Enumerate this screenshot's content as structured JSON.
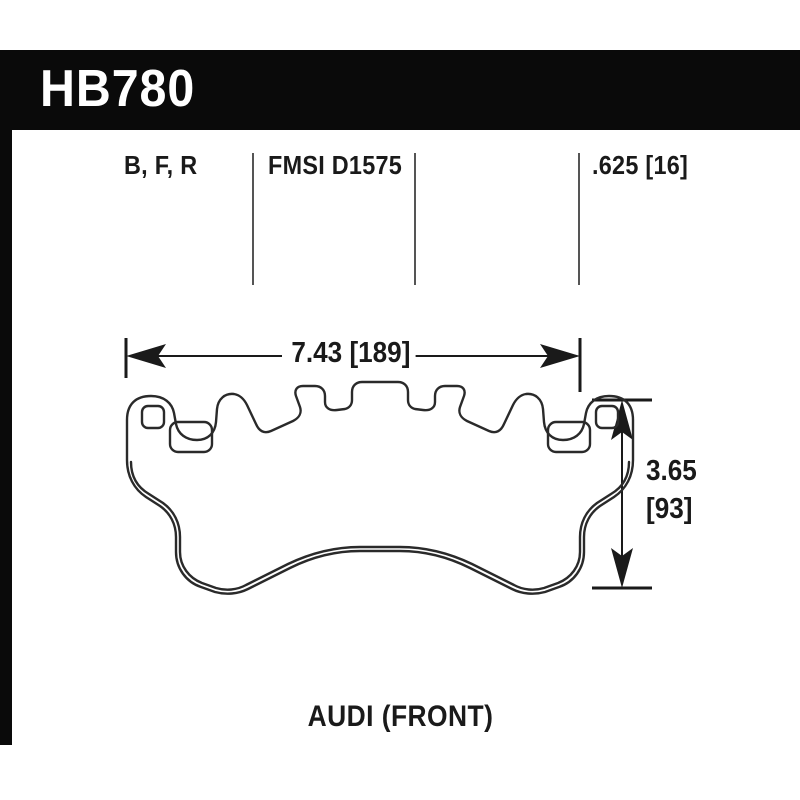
{
  "header": {
    "part_number": "HB780"
  },
  "spec_row": {
    "compound_codes": "B, F, R",
    "fmsi_label": "FMSI D1575",
    "thickness": ".625 [16]"
  },
  "dimensions": {
    "width_label": "7.43 [189]",
    "height_value": "3.65",
    "height_bracket": "[93]"
  },
  "caption": {
    "application": "AUDI (FRONT)"
  },
  "colors": {
    "header_background": "#0a0a0a",
    "header_text": "#ffffff",
    "ink": "#1a1a1a",
    "divider": "#555555",
    "page_background": "#ffffff"
  },
  "chart_data": {
    "type": "table",
    "title": "HB780",
    "rows": [
      {
        "field": "Part Number",
        "value": "HB780"
      },
      {
        "field": "Compounds",
        "value": "B, F, R"
      },
      {
        "field": "FMSI",
        "value": "D1575"
      },
      {
        "field": "Thickness in [mm]",
        "value": ".625 [16]"
      },
      {
        "field": "Width in [mm]",
        "value": "7.43 [189]"
      },
      {
        "field": "Height in [mm]",
        "value": "3.65 [93]"
      },
      {
        "field": "Application",
        "value": "AUDI (FRONT)"
      }
    ]
  }
}
